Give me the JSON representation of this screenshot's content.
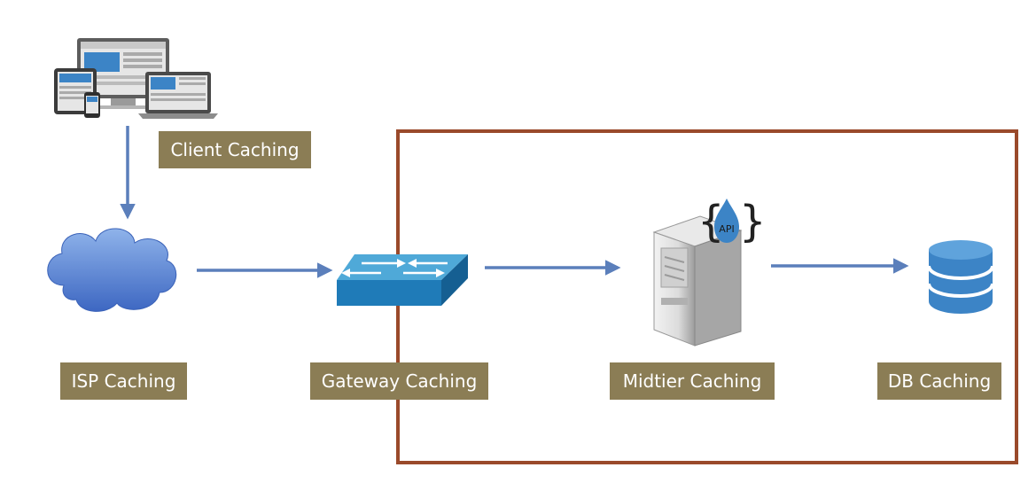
{
  "diagram": {
    "nodes": [
      {
        "id": "client",
        "label": "Client Caching",
        "icon": "devices-icon"
      },
      {
        "id": "isp",
        "label": "ISP Caching",
        "icon": "cloud-icon"
      },
      {
        "id": "gateway",
        "label": "Gateway Caching",
        "icon": "network-switch-icon"
      },
      {
        "id": "midtier",
        "label": "Midtier Caching",
        "icon": "server-api-icon"
      },
      {
        "id": "db",
        "label": "DB Caching",
        "icon": "database-icon"
      }
    ],
    "api_badge": "API",
    "edges": [
      {
        "from": "client",
        "to": "isp"
      },
      {
        "from": "isp",
        "to": "gateway"
      },
      {
        "from": "gateway",
        "to": "midtier"
      },
      {
        "from": "midtier",
        "to": "db"
      }
    ],
    "colors": {
      "label_bg": "#8b7d55",
      "arrow": "#5b7fbb",
      "boundary": "#9a4a2b",
      "icon_blue": "#3c84c6"
    }
  }
}
